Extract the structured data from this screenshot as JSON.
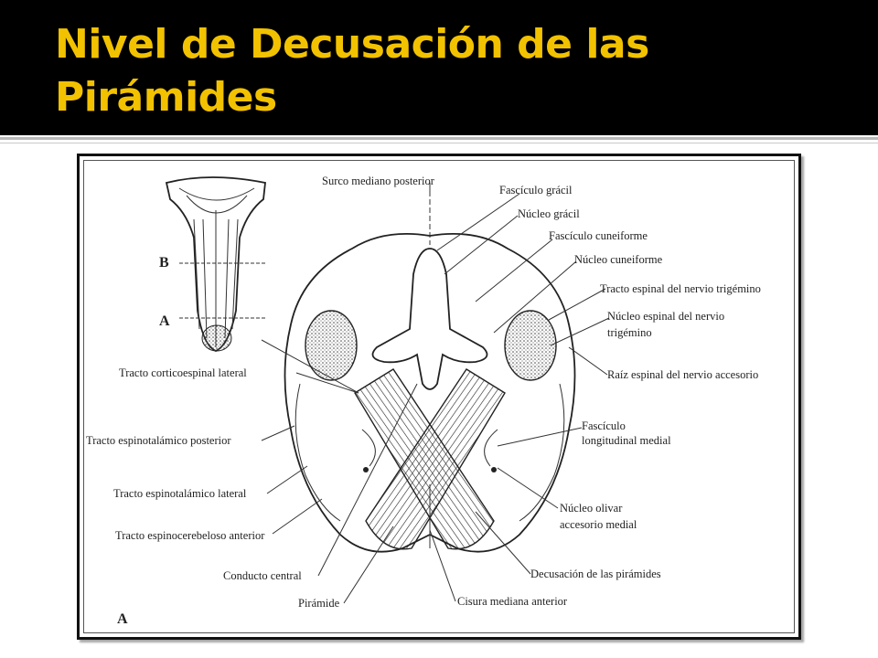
{
  "slide": {
    "title": "Nivel de Decusación de las Pirámides",
    "colors": {
      "title_bg": "#000000",
      "title_text": "#f2c200",
      "rule": "#b9b9b9"
    }
  },
  "figure": {
    "inset_level_b": "B",
    "inset_level_a": "A",
    "panel_letter": "A",
    "labels": {
      "surco_mediano_posterior": "Surco mediano posterior",
      "fasciculo_gracil": "Fascículo grácil",
      "nucleo_gracil": "Núcleo grácil",
      "fasciculo_cuneiforme": "Fascículo cuneiforme",
      "nucleo_cuneiforme": "Núcleo cuneiforme",
      "tracto_espinal_trigemino": "Tracto espinal del nervio trigémino",
      "nucleo_espinal_trigemino_1": "Núcleo espinal del nervio",
      "nucleo_espinal_trigemino_2": "trigémino",
      "raiz_espinal_accesorio": "Raíz espinal del nervio accesorio",
      "fasciculo_longitudinal_1": "Fascículo",
      "fasciculo_longitudinal_2": "longitudinal medial",
      "nucleo_olivar_1": "Núcleo olivar",
      "nucleo_olivar_2": "accesorio medial",
      "decusacion": "Decusación de las pirámides",
      "cisura": "Cisura mediana anterior",
      "piramide": "Pirámide",
      "conducto_central": "Conducto central",
      "tracto_espinocerebeloso": "Tracto espinocerebeloso anterior",
      "tracto_espinotalamico_lateral": "Tracto espinotalámico lateral",
      "tracto_espinotalamico_posterior": "Tracto espinotalámico posterior",
      "tracto_corticoespinal": "Tracto corticoespinal lateral"
    }
  }
}
